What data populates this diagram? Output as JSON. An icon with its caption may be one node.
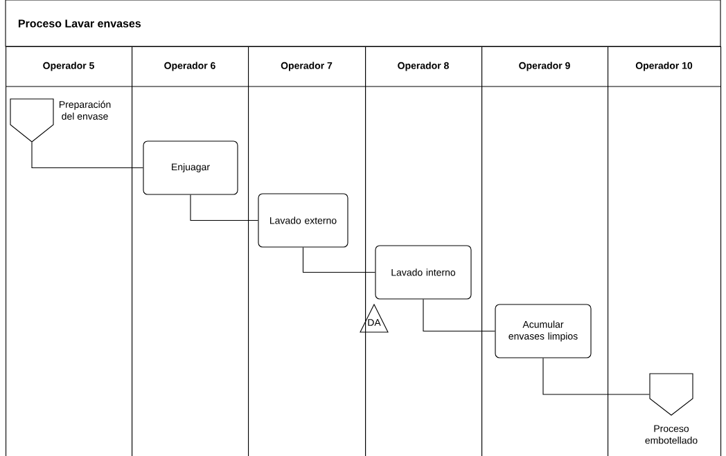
{
  "diagram": {
    "title": "Proceso Lavar envases",
    "nodes": [
      {
        "text": [
          "Operador 5"
        ]
      },
      {
        "text": [
          "Preparación del envase"
        ],
        "in": 0
      },
      {
        "text": [
          "Operador 6"
        ]
      },
      {
        "text": [
          "Enjuagar"
        ],
        "in": 2
      },
      {
        "text": [
          "Operador 7"
        ]
      },
      {
        "text": [
          "Lavado externo"
        ],
        "in": 4
      },
      {
        "text": [
          "Operador 8"
        ]
      },
      {
        "text": [
          "Lavado interno"
        ],
        "in": 6
      },
      {
        "text": [
          "DA"
        ],
        "in": 6
      },
      {
        "text": [
          "Operador 9"
        ]
      },
      {
        "text": [
          "Acumular envases limpios"
        ],
        "in": 9
      },
      {
        "text": [
          "Operador 10"
        ]
      },
      {
        "text": [
          "Proceso embotellado"
        ],
        "in": 11
      }
    ],
    "edges": [
      {
        "from": 1,
        "to": 3,
        "arrow": "none"
      },
      {
        "from": 3,
        "to": 5,
        "arrow": "none"
      },
      {
        "from": 5,
        "to": 7,
        "arrow": "none"
      },
      {
        "from": 7,
        "to": 10,
        "arrow": "none"
      },
      {
        "from": 10,
        "to": 12,
        "arrow": "none"
      }
    ]
  }
}
